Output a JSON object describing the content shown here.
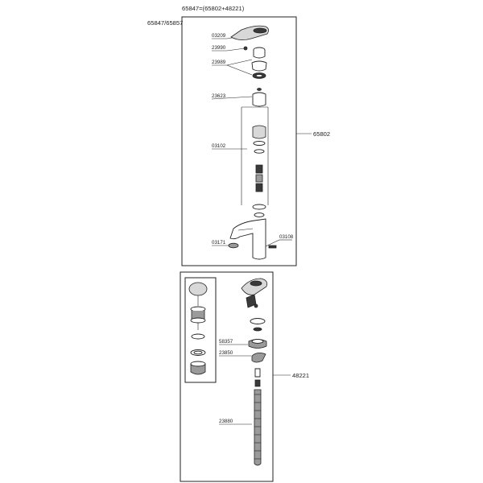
{
  "header": {
    "assembly_title": "65847=(65802+48221)",
    "model_codes": "65847/65857"
  },
  "top_section": {
    "assembly_code": "65802",
    "parts": [
      "03209",
      "23990",
      "23989",
      "23623",
      "03102",
      "03108",
      "03171"
    ]
  },
  "bottom_section": {
    "assembly_code": "48221",
    "parts": [
      "58357",
      "23850",
      "23880"
    ]
  }
}
